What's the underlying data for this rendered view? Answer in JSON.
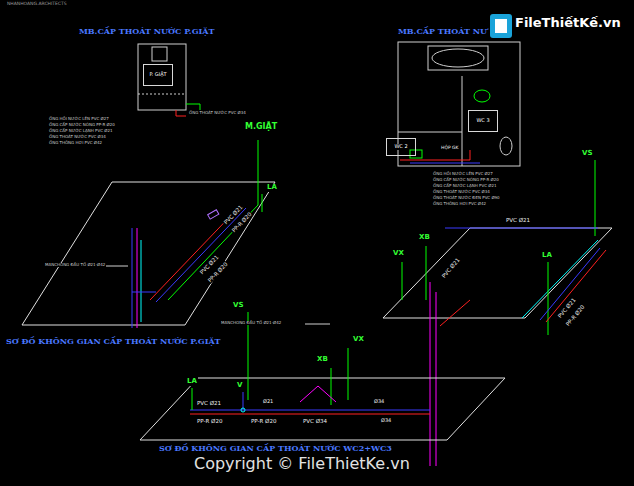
{
  "diagram": {
    "nodes": [
      {
        "text": [
          "P. GIẶT"
        ]
      },
      {
        "text": [
          "WC 3"
        ]
      },
      {
        "text": [
          "WC 2"
        ]
      }
    ],
    "labels": [
      "NHANHOANG.ARCHITECTS",
      "MB.CẤP THOÁT NƯỚC P.GIẶT",
      "ỐNG THOÁT NƯỚC PVC Ø34",
      "ỐNG HỒI NƯỚC LÊN PVC Ø27",
      "ỐNG CẤP NƯỚC NÓNG PP-R Ø20",
      "ỐNG CẤP NƯỚC LẠNH PVC Ø21",
      "ỐNG THOÁT NƯỚC PVC Ø34",
      "ỐNG THÔNG HƠI PVC Ø42",
      "M.GIẶT",
      "LA",
      "PVC Ø21",
      "PP-R Ø20",
      "PVC Ø21",
      "PP-R Ø20",
      "MANCHONG ĐẦU TỐ Ø21-Ø42",
      "SƠ ĐỒ KHÔNG GIAN CẤP THOÁT NƯỚC P.GIẶT",
      "MB.CẤP THOÁT NƯ",
      "HỘP GK",
      "ỐNG HỒI NƯỚC LÊN PVC Ø27",
      "ỐNG CẤP NƯỚC NÓNG PP-R Ø20",
      "ỐNG CẤP NƯỚC LẠNH PVC Ø21",
      "ỐNG THOÁT NƯỚC PVC Ø34",
      "ỐNG THOÁT NƯỚC ĐEN PVC Ø90",
      "ỐNG THÔNG HƠI PVC Ø42",
      "VS",
      "PVC Ø21",
      "XB",
      "VX",
      "LA",
      "PVC Ø21",
      "PVC Ø21",
      "PP-R Ø20",
      "MANCHONG ĐẦU TỐ Ø21-Ø42",
      "VS",
      "VX",
      "XB",
      "LA",
      "V",
      "Ø21",
      "Ø34",
      "PVC Ø21",
      "PP-R Ø20",
      "PVC Ø34",
      "PP-R Ø20",
      "Ø34",
      "SƠ ĐỒ KHÔNG GIAN CẤP THOÁT NƯỚC WC2+WC3",
      "Copyright © FileThietKe.vn",
      "FileThiếtKế.vn"
    ]
  }
}
